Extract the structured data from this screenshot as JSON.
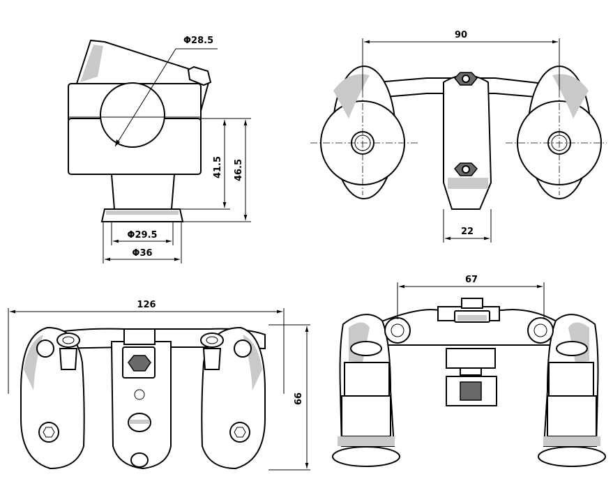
{
  "drawing": {
    "views": [
      {
        "id": "side",
        "dims": [
          "Φ28.5",
          "41.5",
          "46.5",
          "Φ29.5",
          "Φ36"
        ]
      },
      {
        "id": "front",
        "dims": [
          "90",
          "22"
        ]
      },
      {
        "id": "top",
        "dims": [
          "126",
          "66"
        ]
      },
      {
        "id": "rear",
        "dims": [
          "67"
        ]
      }
    ],
    "side": {
      "d_bar": "Φ28.5",
      "h1": "41.5",
      "h2": "46.5",
      "d_pipe": "Φ29.5",
      "d_base": "Φ36"
    },
    "front": {
      "width": "90",
      "block": "22"
    },
    "top": {
      "width": "126",
      "depth": "66"
    },
    "rear": {
      "span": "67"
    }
  },
  "colors": {
    "line": "#000000",
    "shade": "#c9c9c9",
    "background": "#ffffff"
  }
}
